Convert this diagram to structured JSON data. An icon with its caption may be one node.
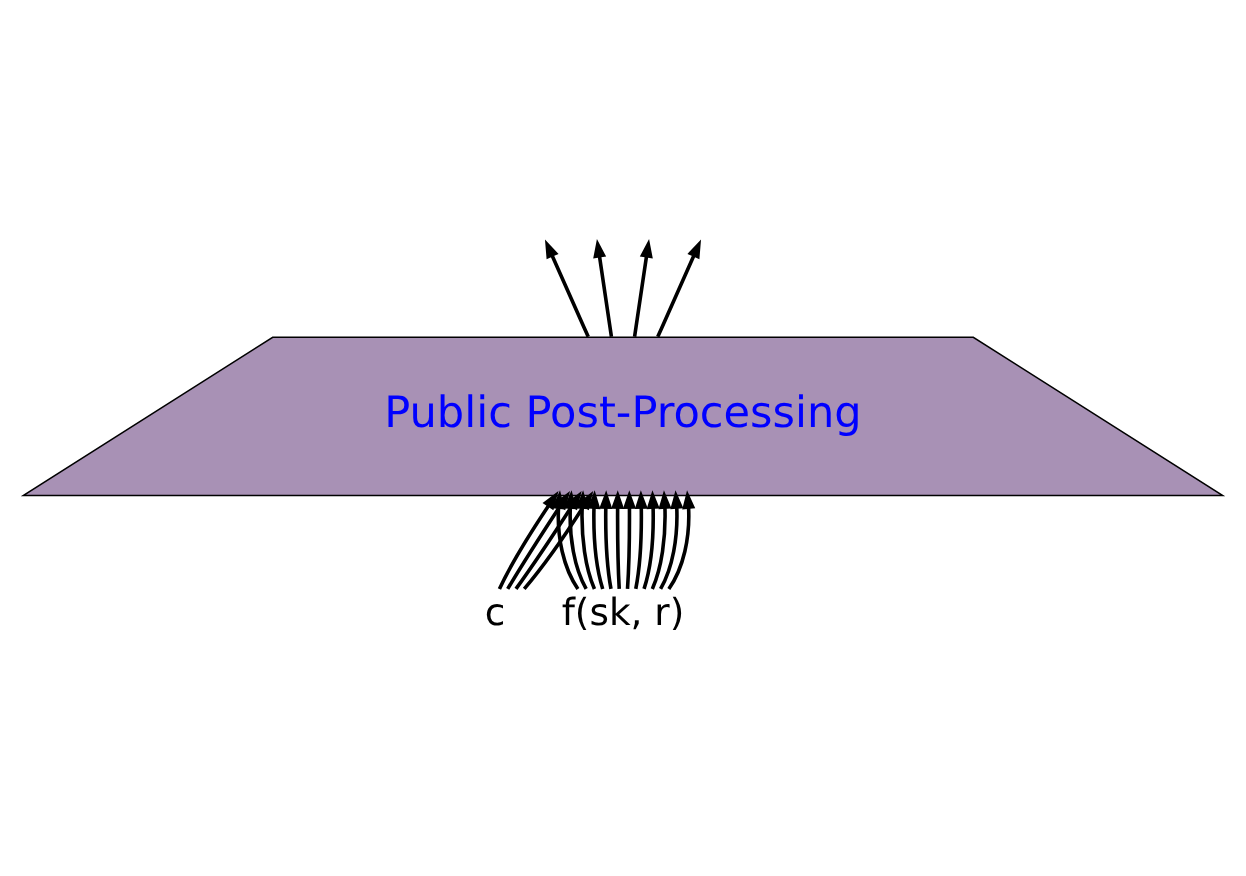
{
  "diagram": {
    "nodes": [
      {
        "text": [
          "Public Post-Processing"
        ]
      },
      {
        "text": [
          "c"
        ]
      },
      {
        "text": [
          "f(sk, r)"
        ]
      }
    ],
    "edges": [
      {
        "from": 1,
        "to": 0,
        "arrow": "to"
      },
      {
        "from": 1,
        "to": 0,
        "arrow": "to"
      },
      {
        "from": 1,
        "to": 0,
        "arrow": "to"
      },
      {
        "from": 1,
        "to": 0,
        "arrow": "to"
      },
      {
        "from": 2,
        "to": 0,
        "arrow": "to"
      },
      {
        "from": 2,
        "to": 0,
        "arrow": "to"
      },
      {
        "from": 2,
        "to": 0,
        "arrow": "to"
      },
      {
        "from": 2,
        "to": 0,
        "arrow": "to"
      },
      {
        "from": 2,
        "to": 0,
        "arrow": "to"
      },
      {
        "from": 2,
        "to": 0,
        "arrow": "to"
      },
      {
        "from": 2,
        "to": 0,
        "arrow": "to"
      },
      {
        "from": 2,
        "to": 0,
        "arrow": "to"
      },
      {
        "from": 2,
        "to": 0,
        "arrow": "to"
      },
      {
        "from": 2,
        "to": 0,
        "arrow": "to"
      },
      {
        "from": 2,
        "to": 0,
        "arrow": "to"
      },
      {
        "from": 2,
        "to": 0,
        "arrow": "to"
      },
      {
        "from": 0,
        "to": null,
        "arrow": "to"
      },
      {
        "from": 0,
        "to": null,
        "arrow": "to"
      },
      {
        "from": 0,
        "to": null,
        "arrow": "to"
      },
      {
        "from": 0,
        "to": null,
        "arrow": "to"
      }
    ]
  }
}
